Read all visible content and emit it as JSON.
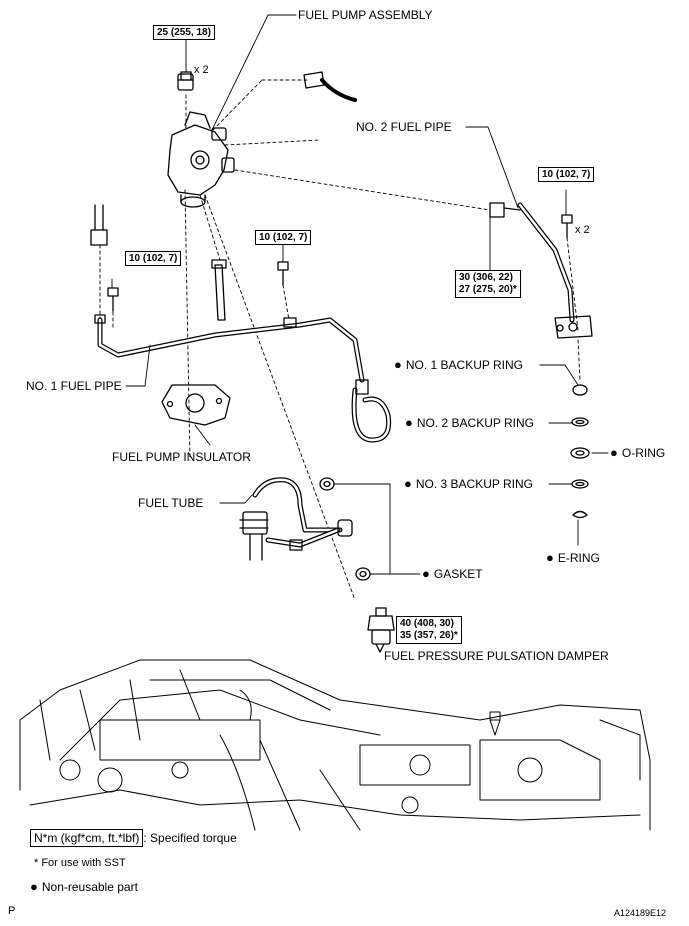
{
  "labels": {
    "fuel_pump_assembly": "FUEL PUMP ASSEMBLY",
    "no2_fuel_pipe": "NO. 2 FUEL PIPE",
    "no1_fuel_pipe": "NO. 1 FUEL PIPE",
    "no1_backup_ring": "NO. 1 BACKUP RING",
    "no2_backup_ring": "NO. 2 BACKUP RING",
    "o_ring": "O-RING",
    "no3_backup_ring": "NO. 3 BACKUP RING",
    "e_ring": "E-RING",
    "fuel_pump_insulator": "FUEL PUMP INSULATOR",
    "fuel_tube": "FUEL TUBE",
    "gasket": "GASKET",
    "fuel_pressure_pulsation_damper": "FUEL PRESSURE PULSATION DAMPER"
  },
  "torques": {
    "pump_bolts": "25 (255, 18)",
    "pump_bolts_qty": "x 2",
    "pipe2_bolts": "10 (102, 7)",
    "pipe2_bolts_qty": "x 2",
    "pipe1_bolt_left": "10 (102, 7)",
    "pipe1_bolt_mid": "10 (102, 7)",
    "pipe2_nut_line1": "30 (306, 22)",
    "pipe2_nut_line2": "27 (275, 20)*",
    "damper_line1": "40 (408, 30)",
    "damper_line2": "35 (357, 26)*"
  },
  "legend": {
    "torque_unit": "N*m (kgf*cm, ft.*lbf)",
    "torque_desc": ": Specified torque",
    "sst_note": "* For use with SST",
    "non_reusable": "Non-reusable part"
  },
  "footer": {
    "left_code": "P",
    "right_code": "A124189E12"
  }
}
